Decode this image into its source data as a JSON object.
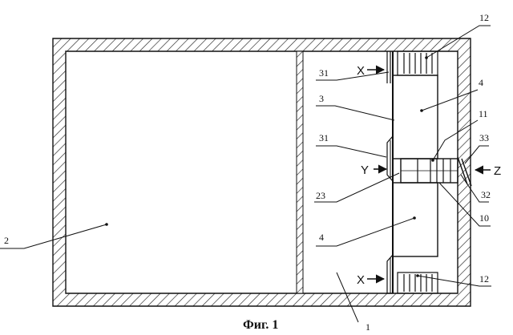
{
  "caption": "Фиг. 1",
  "labels": {
    "l1": "1",
    "l2": "2",
    "l3": "3",
    "l4a": "4",
    "l4b": "4",
    "l10": "10",
    "l11": "11",
    "l12a": "12",
    "l12b": "12",
    "l23": "23",
    "l31a": "31",
    "l31b": "31",
    "l32": "32",
    "l33": "33"
  },
  "view_markers": {
    "x_top": "X",
    "x_bottom": "X",
    "y": "Y",
    "z": "Z"
  }
}
